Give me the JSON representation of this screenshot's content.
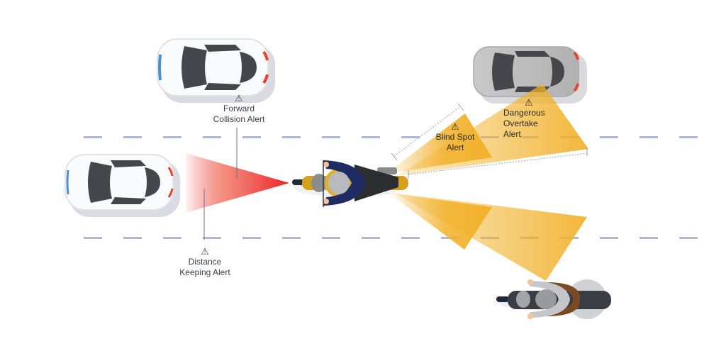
{
  "diagram": {
    "title": "Motorcycle rider assistance alerts",
    "colors": {
      "background": "#ffffff",
      "lane_marking": "#b3b8d2",
      "collision_zone": "#ec2027",
      "warning_zone": "#f1b12a",
      "rider_jacket": "#1f2c63",
      "motorcycle_tank": "#d6a21e",
      "car_white": "#fafbfd",
      "car_grey": "#bdbdbd",
      "car_window": "#45474c",
      "tail_light": "#e8442c",
      "head_light": "#4a8fd0"
    },
    "warning_icon": "warning-triangle-icon",
    "warning_glyph": "⚠",
    "alerts": [
      {
        "id": "forward-collision",
        "lines": [
          "Forward",
          "Collision Alert"
        ]
      },
      {
        "id": "distance-keeping",
        "lines": [
          "Distance",
          "Keeping Alert"
        ]
      },
      {
        "id": "blind-spot",
        "lines": [
          "Blind Spot",
          "Alert"
        ]
      },
      {
        "id": "dangerous-overtake",
        "lines": [
          "Dangerous",
          "Overtake",
          "Alert"
        ]
      }
    ],
    "vehicles": [
      {
        "id": "car-front-top",
        "type": "car",
        "color": "white"
      },
      {
        "id": "car-front-left",
        "type": "car",
        "color": "white"
      },
      {
        "id": "car-overtaking",
        "type": "car",
        "color": "grey"
      },
      {
        "id": "rider-ego",
        "type": "motorcycle",
        "color": "yellow"
      },
      {
        "id": "rider-behind",
        "type": "motorcycle",
        "color": "grey"
      }
    ]
  }
}
